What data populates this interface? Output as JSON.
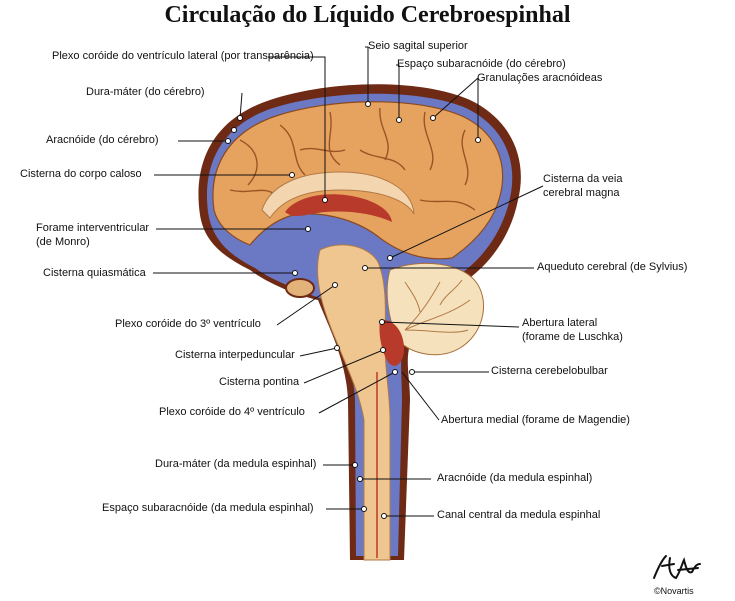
{
  "title": "Circulação do Líquido Cerebroespinhal",
  "labels": {
    "plexo_lateral": "Plexo coróide do ventrículo lateral (por transparência)",
    "seio_sagital": "Seio sagital superior",
    "espaco_sub_cerebro": "Espaço subaracnóide (do cérebro)",
    "granulacoes": "Granulações aracnóideas",
    "dura_cerebro": "Dura-máter (do cérebro)",
    "aracnoide_cerebro": "Aracnóide (do cérebro)",
    "cisterna_corpo_caloso": "Cisterna do corpo caloso",
    "cisterna_veia_1": "Cisterna da veia",
    "cisterna_veia_2": "cerebral magna",
    "forame_1": "Forame interventricular",
    "forame_2": "(de Monro)",
    "cisterna_quiasmatica": "Cisterna quiasmática",
    "aqueduto": "Aqueduto cerebral (de Sylvius)",
    "plexo_3": "Plexo coróide do 3º ventrículo",
    "abertura_lateral_1": "Abertura lateral",
    "abertura_lateral_2": "(forame de Luschka)",
    "cisterna_interpeduncular": "Cisterna interpeduncular",
    "cisterna_pontina": "Cisterna pontina",
    "cisterna_cerebelobulbar": "Cisterna cerebelobulbar",
    "plexo_4": "Plexo coróide do 4º ventrículo",
    "abertura_medial": "Abertura medial (forame de Magendie)",
    "dura_medula": "Dura-máter (da medula espinhal)",
    "aracnoide_medula": "Aracnóide (da medula espinhal)",
    "espaco_sub_medula": "Espaço subaracnóide (da medula espinhal)",
    "canal_central": "Canal central da medula espinhal"
  },
  "copyright": "©Novartis",
  "signature": "F. Netter",
  "colors": {
    "dura": "#6e2a14",
    "csf": "#6b78c4",
    "cortex": "#e6a35f",
    "brainstem": "#efc690",
    "cerebellum": "#f5e2bd"
  }
}
